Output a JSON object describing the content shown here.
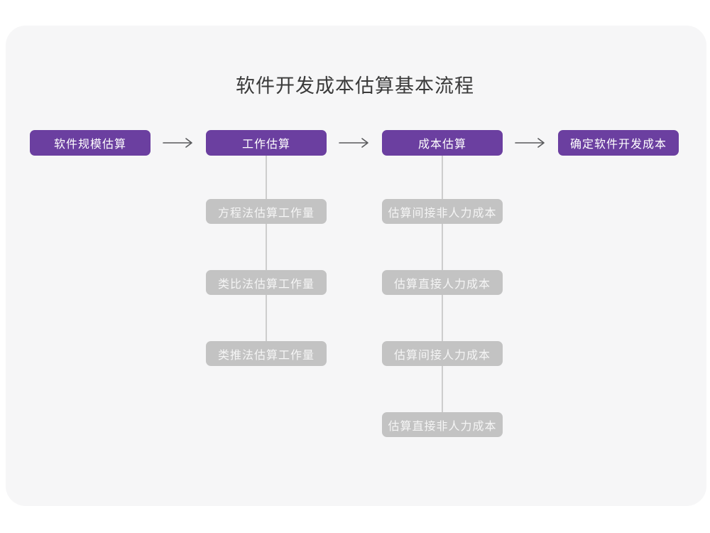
{
  "title": "软件开发成本估算基本流程",
  "colors": {
    "page_bg": "#ffffff",
    "card_bg": "#f6f6f7",
    "stage_bg": "#6b3fa0",
    "stage_text": "#ffffff",
    "sub_bg": "#c3c3c3",
    "sub_text": "#f5f5f5",
    "connector": "#cdcdcd",
    "arrow": "#58595b",
    "title_text": "#3a3a3a"
  },
  "icons": {
    "flow_arrow": "right-arrow-icon"
  },
  "stages": [
    {
      "label": "软件规模估算"
    },
    {
      "label": "工作估算"
    },
    {
      "label": "成本估算"
    },
    {
      "label": "确定软件开发成本"
    }
  ],
  "work_estimation_methods": [
    "方程法估算工作量",
    "类比法估算工作量",
    "类推法估算工作量"
  ],
  "cost_estimation_steps": [
    "估算间接非人力成本",
    "估算直接人力成本",
    "估算间接人力成本",
    "估算直接非人力成本"
  ]
}
